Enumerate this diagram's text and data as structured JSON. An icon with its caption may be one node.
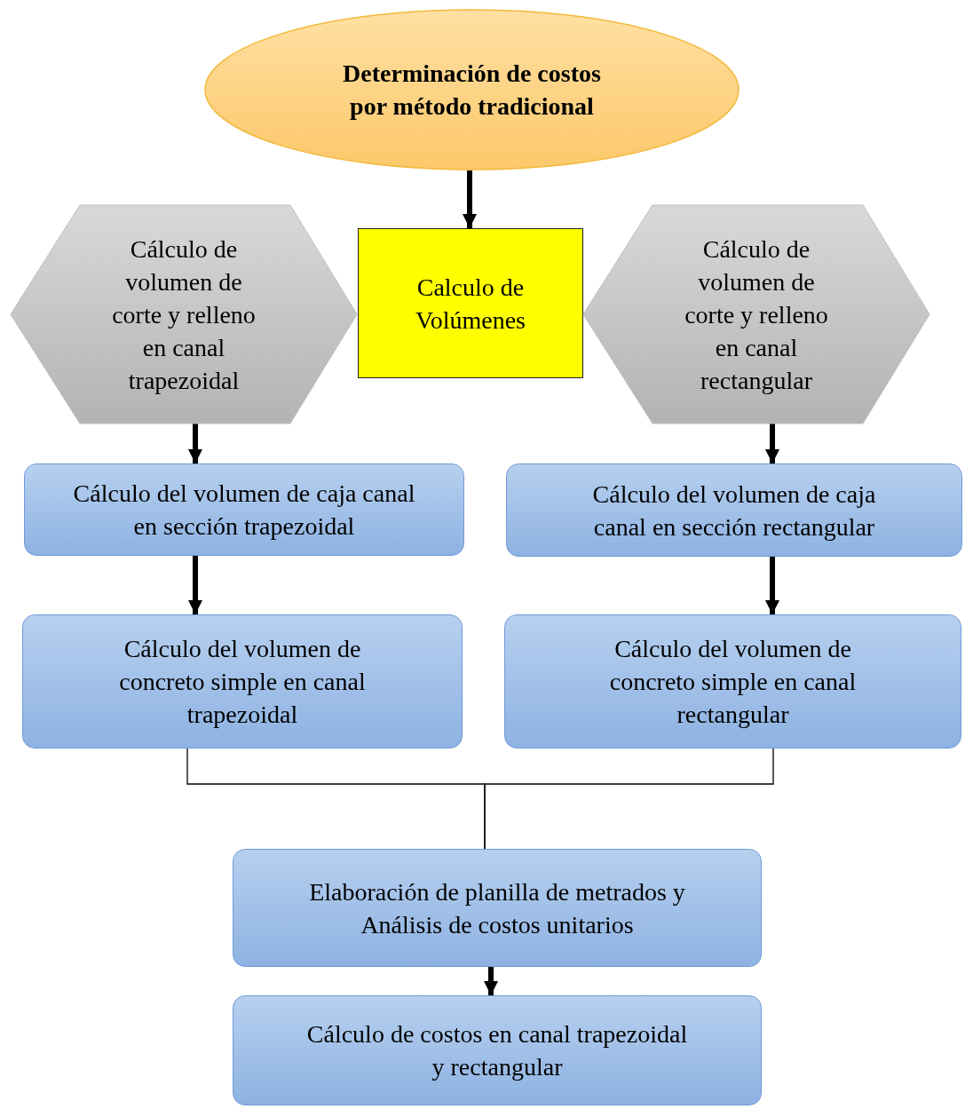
{
  "diagram": {
    "nodes": [
      {
        "text": [
          "Determinación de costos por método tradicional"
        ]
      },
      {
        "text": [
          "Cálculo de volumen de corte y relleno en canal trapezoidal"
        ]
      },
      {
        "text": [
          "Calculo de Volúmenes"
        ]
      },
      {
        "text": [
          "Cálculo de volumen de corte y relleno en canal rectangular"
        ]
      },
      {
        "text": [
          "Cálculo del volumen de caja canal en sección trapezoidal"
        ]
      },
      {
        "text": [
          "Cálculo del volumen de caja canal en sección rectangular"
        ]
      },
      {
        "text": [
          "Cálculo del volumen de concreto simple en canal trapezoidal"
        ]
      },
      {
        "text": [
          "Cálculo del volumen de concreto simple en canal rectangular"
        ]
      },
      {
        "text": [
          "Elaboración de planilla de metrados y Análisis de costos unitarios"
        ]
      },
      {
        "text": [
          "Cálculo de costos en canal trapezoidal y rectangular"
        ]
      }
    ],
    "edges": [
      {
        "from": 0,
        "to": 2,
        "arrow": "to"
      },
      {
        "from": 1,
        "to": 4,
        "arrow": "to"
      },
      {
        "from": 3,
        "to": 5,
        "arrow": "to"
      },
      {
        "from": 4,
        "to": 6,
        "arrow": "to"
      },
      {
        "from": 5,
        "to": 7,
        "arrow": "to"
      },
      {
        "from": 6,
        "to": 8,
        "arrow": "none"
      },
      {
        "from": 7,
        "to": 8,
        "arrow": "none"
      },
      {
        "from": 8,
        "to": 9,
        "arrow": "to"
      }
    ]
  }
}
